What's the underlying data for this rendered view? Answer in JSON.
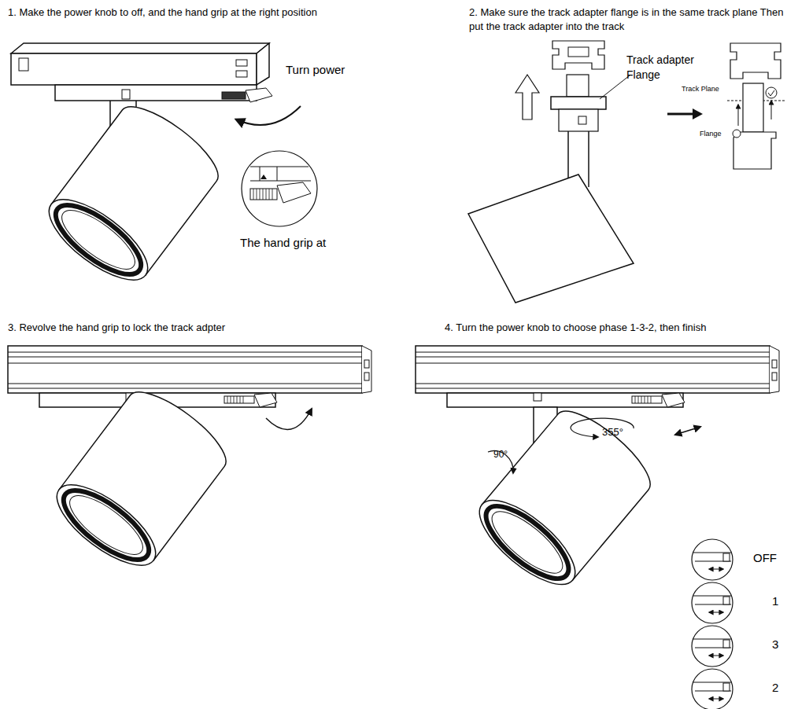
{
  "diagram": {
    "labels": [
      "1. Make the power knob to off, and the hand grip at the right position",
      "Turn power",
      "The hand grip at",
      "2. Make sure the track adapter flange is in the same track plane Then put the track adapter into the track",
      "Track adapter Flange",
      "Track Plane",
      "Flange",
      "3. Revolve the hand grip to lock the track adpter",
      "4. Turn the power knob to choose phase 1-3-2, then finish",
      "90°",
      "355°",
      "OFF",
      "1",
      "3",
      "2"
    ]
  }
}
